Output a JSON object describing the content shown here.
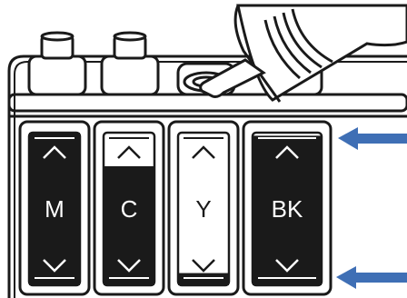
{
  "tanks": [
    {
      "label": "M",
      "fill_fraction": 1.0,
      "label_color": "#ffffff"
    },
    {
      "label": "C",
      "fill_fraction": 0.78,
      "label_color": "#ffffff"
    },
    {
      "label": "Y",
      "fill_fraction": 0.08,
      "label_color": "#1a1a1a"
    },
    {
      "label": "BK",
      "fill_fraction": 0.98,
      "label_color": "#ffffff"
    }
  ],
  "colors": {
    "ink": "#1a1a1a",
    "outline": "#1a1a1a",
    "arrow": "#3f6fb5",
    "background": "#ffffff"
  },
  "icons": [
    "bottle-icon",
    "cap-icon",
    "arrow-left-icon",
    "chevron-up-icon",
    "chevron-down-icon"
  ]
}
